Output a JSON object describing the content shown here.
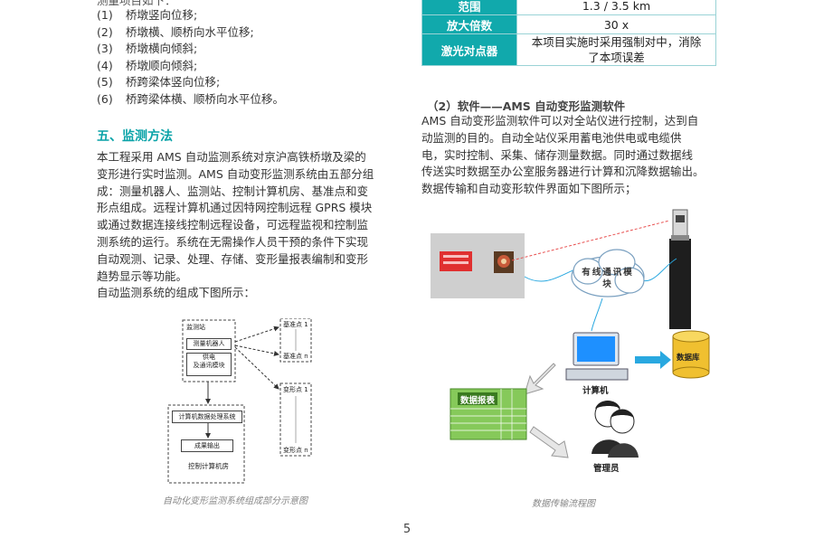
{
  "left": {
    "list_header_fragment": "测量项目如下：",
    "list_items": [
      {
        "num": "(1)",
        "text": "桥墩竖向位移;"
      },
      {
        "num": "(2)",
        "text": "桥墩横、顺桥向水平位移;"
      },
      {
        "num": "(3)",
        "text": "桥墩横向倾斜;"
      },
      {
        "num": "(4)",
        "text": "桥墩顺向倾斜;"
      },
      {
        "num": "(5)",
        "text": "桥跨梁体竖向位移;"
      },
      {
        "num": "(6)",
        "text": "桥跨梁体横、顺桥向水平位移。"
      }
    ],
    "section_title": "五、监测方法",
    "paragraph_lines": [
      "本工程采用 AMS 自动监测系统对京沪高铁桥墩及梁的",
      "变形进行实时监测。AMS 自动变形监测系统由五部分组",
      "成：测量机器人、监测站、控制计算机房、基准点和变",
      "形点组成。远程计算机通过因特网控制远程 GPRS 模块",
      "或通过数据连接线控制远程设备，可远程监视和控制监",
      "测系统的运行。系统在无需操作人员干预的条件下实现",
      "自动观测、记录、处理、存储、变形量报表编制和变形",
      "趋势显示等功能。",
      "自动监测系统的组成下图所示："
    ],
    "diagram": {
      "station": "监测站",
      "robot": "测量机器人",
      "power": "供电\n及通讯模块",
      "ref_top": "基准点 1",
      "ref_bottom": "基准点 n",
      "def_top": "变形点 1",
      "def_bottom": "变形点 n",
      "processing": "计算机数据处理系统",
      "output": "成果输出",
      "room": "控制计算机房"
    },
    "caption": "自动化变形监测系统组成部分示意图"
  },
  "right": {
    "table": [
      {
        "header": "范围",
        "value": "1.3 / 3.5 km"
      },
      {
        "header": "放大倍数",
        "value": "30 x"
      },
      {
        "header": "激光对点器",
        "value": "本项目实施时采用强制对中，消除了本项误差"
      }
    ],
    "subheading": "（2）软件——AMS 自动变形监测软件",
    "paragraph_lines": [
      "AMS 自动变形监测软件可以对全站仪进行控制，达到自",
      "动监测的目的。自动全站仪采用蓄电池供电或电缆供",
      "电，实时控制、采集、储存测量数据。同时通过数据线",
      "传送实时数据至办公室服务器进行计算和沉降数据输出。",
      "数据传输和自动变形软件界面如下图所示；"
    ],
    "figure": {
      "cloud_label": "有线通讯模块",
      "computer_label": "计算机",
      "database_label": "数据库",
      "report_label": "数据报表",
      "admin_label": "管理员"
    },
    "caption": "数据传输流程图"
  },
  "page_number": "5",
  "colors": {
    "accent": "#11a9ac",
    "title": "#0aa3a8",
    "arrow_blue": "#29a8e0"
  }
}
